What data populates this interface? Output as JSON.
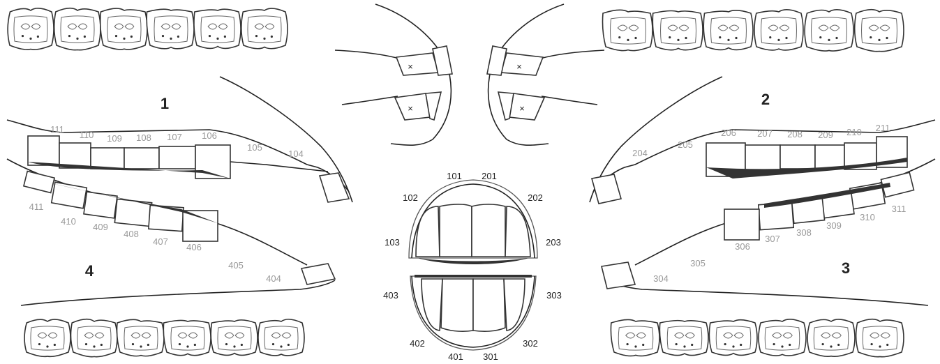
{
  "quadrants": [
    {
      "id": "q1",
      "label": "1"
    },
    {
      "id": "q2",
      "label": "2"
    },
    {
      "id": "q3",
      "label": "3"
    },
    {
      "id": "q4",
      "label": "4"
    }
  ],
  "side_upper_left": [
    "111",
    "110",
    "109",
    "108",
    "107",
    "106",
    "105",
    "104"
  ],
  "side_lower_left": [
    "411",
    "410",
    "409",
    "408",
    "407",
    "406",
    "405",
    "404"
  ],
  "side_upper_right": [
    "204",
    "205",
    "206",
    "207",
    "208",
    "209",
    "210",
    "211"
  ],
  "side_lower_right": [
    "304",
    "305",
    "306",
    "307",
    "308",
    "309",
    "310",
    "311"
  ],
  "front_upper": [
    "101",
    "201",
    "102",
    "202",
    "103",
    "203"
  ],
  "front_lower": [
    "403",
    "303",
    "402",
    "302",
    "401",
    "301"
  ],
  "incisor_marks": [
    "×",
    "×",
    "×",
    "×"
  ]
}
